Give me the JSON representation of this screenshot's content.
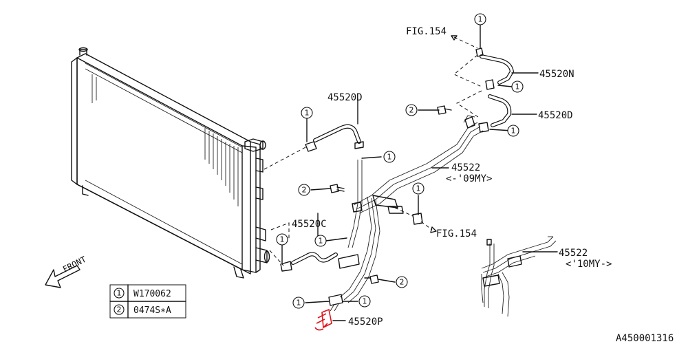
{
  "callouts": {
    "c1": "1",
    "c2": "2"
  },
  "labels": {
    "fig_top": "FIG.154",
    "fig_mid": "FIG.154",
    "p_45520N": "45520N",
    "p_45520D_top": "45520D",
    "p_45520D_left": "45520D",
    "p_45522_a": "45522",
    "p_45522_a_note": "<-'09MY>",
    "p_45520C": "45520C",
    "p_45522_b": "45522",
    "p_45522_b_note": "<'10MY->",
    "p_45520P": "45520P",
    "front": "FRONT",
    "figure_code": "A450001316"
  },
  "legend": {
    "rows": [
      {
        "symbol": "1",
        "part": "W170062"
      },
      {
        "symbol": "2",
        "part": "0474S∗A"
      }
    ]
  },
  "colors": {
    "line": "#111111",
    "highlight": "#e0141c",
    "background": "#ffffff"
  },
  "icons": {
    "front_arrow": "front-arrow-icon"
  }
}
